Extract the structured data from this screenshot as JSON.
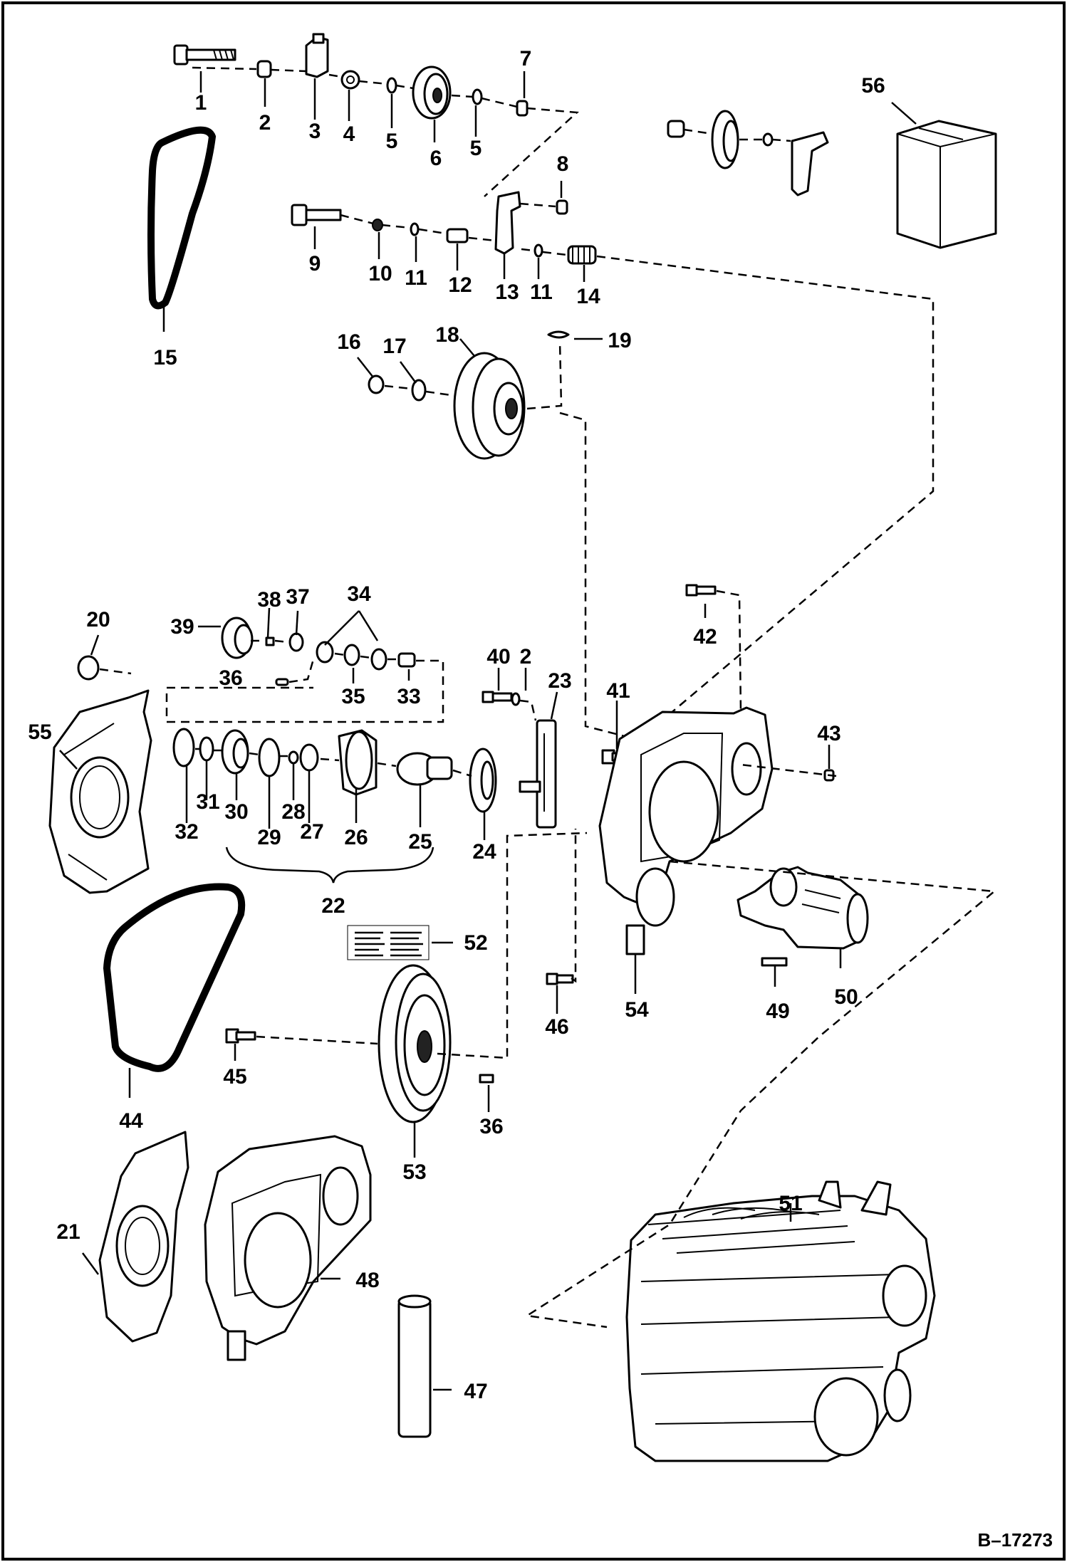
{
  "figure_code": "B–17273",
  "callouts": [
    {
      "id": "c1",
      "text": "1"
    },
    {
      "id": "c2",
      "text": "2"
    },
    {
      "id": "c3",
      "text": "3"
    },
    {
      "id": "c4",
      "text": "4"
    },
    {
      "id": "c5a",
      "text": "5"
    },
    {
      "id": "c6",
      "text": "6"
    },
    {
      "id": "c5b",
      "text": "5"
    },
    {
      "id": "c7",
      "text": "7"
    },
    {
      "id": "c8",
      "text": "8"
    },
    {
      "id": "c9",
      "text": "9"
    },
    {
      "id": "c10",
      "text": "10"
    },
    {
      "id": "c11a",
      "text": "11"
    },
    {
      "id": "c12",
      "text": "12"
    },
    {
      "id": "c13",
      "text": "13"
    },
    {
      "id": "c11b",
      "text": "11"
    },
    {
      "id": "c14",
      "text": "14"
    },
    {
      "id": "c15",
      "text": "15"
    },
    {
      "id": "c16",
      "text": "16"
    },
    {
      "id": "c17",
      "text": "17"
    },
    {
      "id": "c18",
      "text": "18"
    },
    {
      "id": "c19",
      "text": "19"
    },
    {
      "id": "c20",
      "text": "20"
    },
    {
      "id": "c55",
      "text": "55"
    },
    {
      "id": "c39",
      "text": "39"
    },
    {
      "id": "c38",
      "text": "38"
    },
    {
      "id": "c37",
      "text": "37"
    },
    {
      "id": "c34",
      "text": "34"
    },
    {
      "id": "c36a",
      "text": "36"
    },
    {
      "id": "c35",
      "text": "35"
    },
    {
      "id": "c33",
      "text": "33"
    },
    {
      "id": "c40",
      "text": "40"
    },
    {
      "id": "c2b",
      "text": "2"
    },
    {
      "id": "c23",
      "text": "23"
    },
    {
      "id": "c41",
      "text": "41"
    },
    {
      "id": "c42",
      "text": "42"
    },
    {
      "id": "c43",
      "text": "43"
    },
    {
      "id": "c32",
      "text": "32"
    },
    {
      "id": "c31",
      "text": "31"
    },
    {
      "id": "c30",
      "text": "30"
    },
    {
      "id": "c29",
      "text": "29"
    },
    {
      "id": "c28",
      "text": "28"
    },
    {
      "id": "c27",
      "text": "27"
    },
    {
      "id": "c26",
      "text": "26"
    },
    {
      "id": "c25",
      "text": "25"
    },
    {
      "id": "c24",
      "text": "24"
    },
    {
      "id": "c22",
      "text": "22"
    },
    {
      "id": "c52",
      "text": "52"
    },
    {
      "id": "c54",
      "text": "54"
    },
    {
      "id": "c46",
      "text": "46"
    },
    {
      "id": "c49",
      "text": "49"
    },
    {
      "id": "c50",
      "text": "50"
    },
    {
      "id": "c45",
      "text": "45"
    },
    {
      "id": "c44",
      "text": "44"
    },
    {
      "id": "c36b",
      "text": "36"
    },
    {
      "id": "c53",
      "text": "53"
    },
    {
      "id": "c51",
      "text": "51"
    },
    {
      "id": "c21",
      "text": "21"
    },
    {
      "id": "c48",
      "text": "48"
    },
    {
      "id": "c47",
      "text": "47"
    },
    {
      "id": "c56",
      "text": "56"
    }
  ]
}
